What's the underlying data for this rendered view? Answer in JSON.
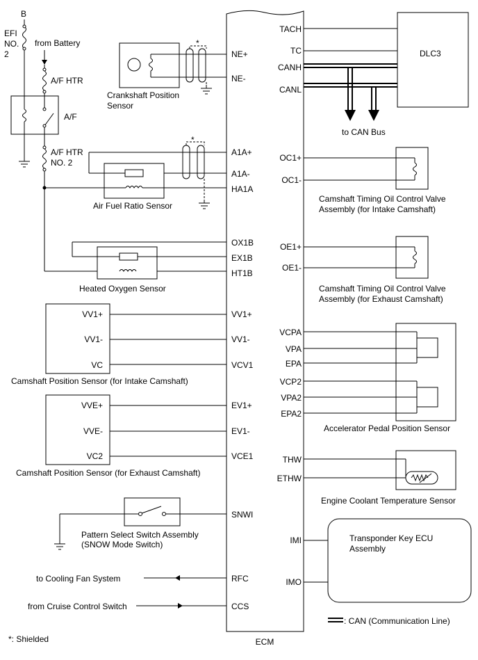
{
  "ecm": {
    "label": "ECM",
    "left_pins": [
      "NE+",
      "NE-",
      "A1A+",
      "A1A-",
      "HA1A",
      "OX1B",
      "EX1B",
      "HT1B",
      "VV1+",
      "VV1-",
      "VCV1",
      "EV1+",
      "EV1-",
      "VCE1",
      "SNWI",
      "RFC",
      "CCS"
    ],
    "right_pins": [
      "TACH",
      "TC",
      "CANH",
      "CANL",
      "OC1+",
      "OC1-",
      "OE1+",
      "OE1-",
      "VCPA",
      "VPA",
      "EPA",
      "VCP2",
      "VPA2",
      "EPA2",
      "THW",
      "ETHW",
      "IMI",
      "IMO"
    ]
  },
  "power": {
    "bus": "B",
    "efi_fuse": [
      "EFI",
      "NO.",
      "2"
    ],
    "from_battery": "from Battery",
    "af_htr": "A/F HTR",
    "af_relay": "A/F",
    "af_htr2": [
      "A/F HTR",
      "NO. 2"
    ]
  },
  "components": {
    "crankshaft": [
      "Crankshaft Position",
      "Sensor"
    ],
    "air_fuel": "Air Fuel Ratio Sensor",
    "heated_o2": "Heated Oxygen Sensor",
    "cam_intake": {
      "title": "Camshaft Position Sensor (for Intake Camshaft)",
      "pins": [
        "VV1+",
        "VV1-",
        "VC"
      ]
    },
    "cam_exhaust": {
      "title": "Camshaft Position Sensor (for Exhaust Camshaft)",
      "pins": [
        "VVE+",
        "VVE-",
        "VC2"
      ]
    },
    "pattern_switch": [
      "Pattern Select Switch Assembly",
      "(SNOW Mode Switch)"
    ],
    "cooling_fan": "to Cooling Fan System",
    "cruise": "from Cruise Control Switch",
    "dlc3": "DLC3",
    "can_bus": "to CAN Bus",
    "ocv_intake": [
      "Camshaft Timing Oil Control Valve",
      "Assembly (for Intake Camshaft)"
    ],
    "ocv_exhaust": [
      "Camshaft Timing Oil Control Valve",
      "Assembly (for Exhaust Camshaft)"
    ],
    "accel": "Accelerator Pedal Position Sensor",
    "coolant": "Engine Coolant Temperature Sensor",
    "transponder": [
      "Transponder Key ECU",
      "Assembly"
    ]
  },
  "legend": {
    "can": ": CAN (Communication Line)",
    "shielded": "*: Shielded",
    "star": "*"
  }
}
